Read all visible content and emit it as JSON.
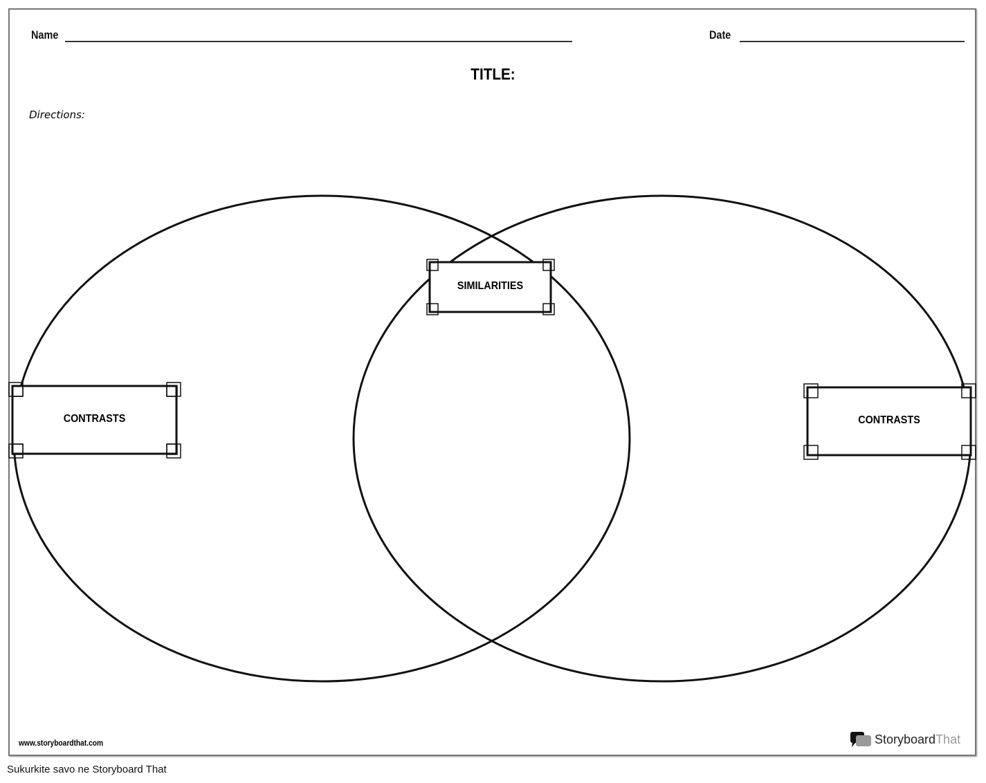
{
  "header": {
    "name_label": "Name",
    "date_label": "Date",
    "title": "TITLE:",
    "directions": "Directions:"
  },
  "diagram": {
    "left_box": "CONTRASTS",
    "center_box": "SIMILARITIES",
    "right_box": "CONTRASTS"
  },
  "footer": {
    "url": "www.storyboardthat.com",
    "logo_main": "Storyboard",
    "logo_accent": "That",
    "caption": "Sukurkite savo ne Storyboard That"
  }
}
